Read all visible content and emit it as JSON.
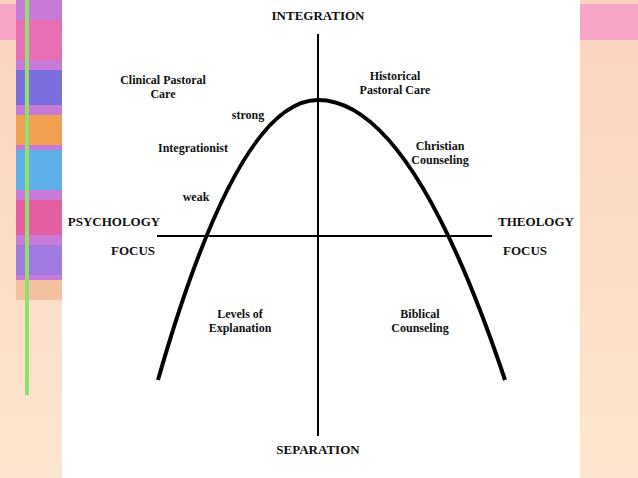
{
  "diagram": {
    "labels": [
      "INTEGRATION",
      "Clinical Pastoral Care",
      "Historical Pastoral Care",
      "strong",
      "Integrationist",
      "Christian Counseling",
      "weak",
      "PSYCHOLOGY",
      "THEOLOGY",
      "FOCUS",
      "FOCUS",
      "Levels of Explanation",
      "Biblical Counseling",
      "SEPARATION"
    ]
  }
}
